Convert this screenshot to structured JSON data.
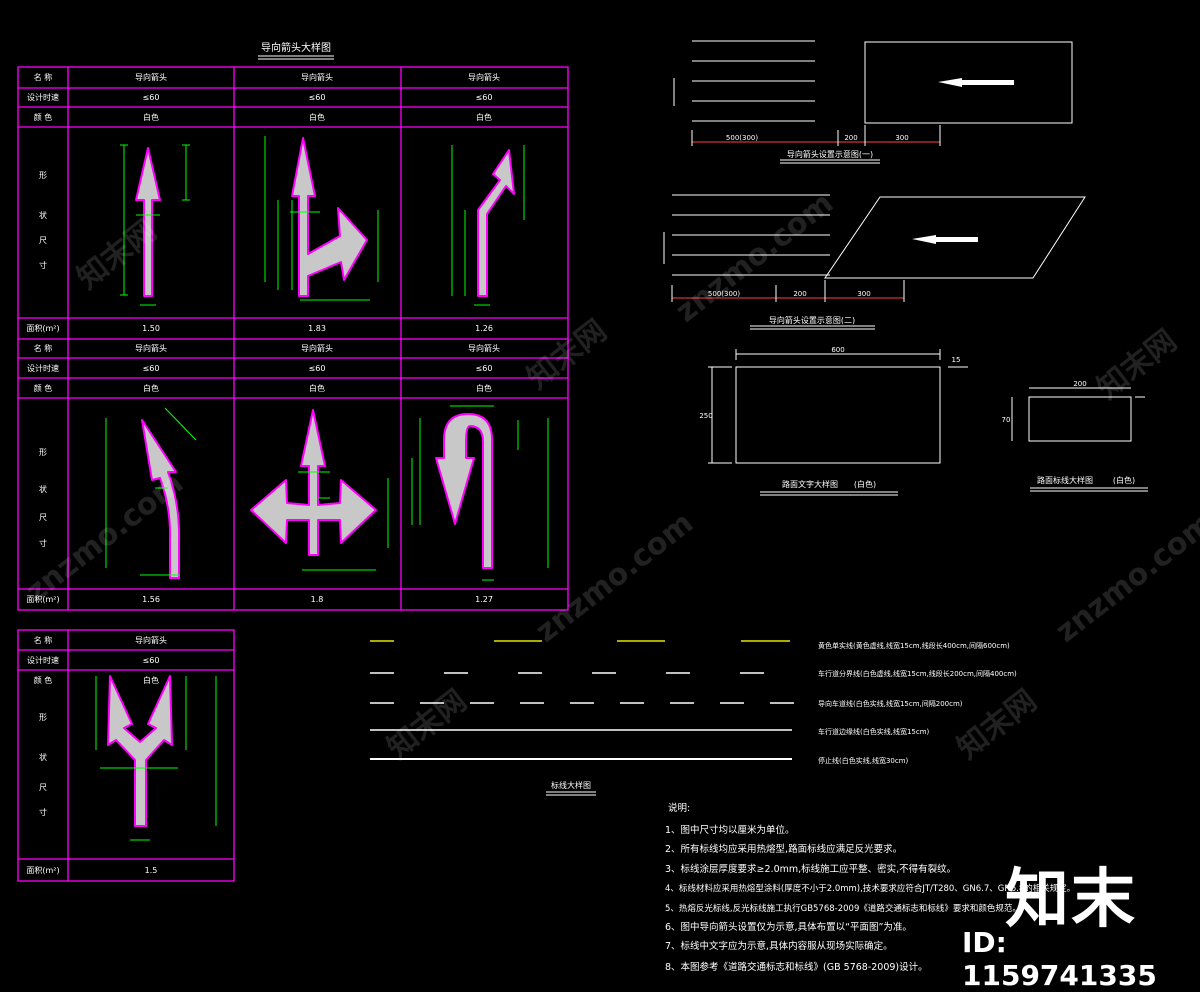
{
  "arrow_table": {
    "title": "导向箭头大样图",
    "row_labels": {
      "name": "名 称",
      "speed": "设计时速",
      "color": "颜 色",
      "shape": [
        "形",
        "状",
        "尺",
        "寸"
      ],
      "area": "面积(m²)"
    },
    "cells": [
      {
        "name": "导向箭头",
        "speed": "≤60",
        "color": "白色",
        "area": "1.50"
      },
      {
        "name": "导向箭头",
        "speed": "≤60",
        "color": "白色",
        "area": "1.83"
      },
      {
        "name": "导向箭头",
        "speed": "≤60",
        "color": "白色",
        "area": "1.26"
      },
      {
        "name": "导向箭头",
        "speed": "≤60",
        "color": "白色",
        "area": "1.56"
      },
      {
        "name": "导向箭头",
        "speed": "≤60",
        "color": "白色",
        "area": "1.8"
      },
      {
        "name": "导向箭头",
        "speed": "≤60",
        "color": "白色",
        "area": "1.27"
      },
      {
        "name": "导向箭头",
        "speed": "≤60",
        "color": "白色",
        "area": "1.5"
      }
    ]
  },
  "placement": {
    "caption1": "导向箭头设置示意图(一)",
    "caption2": "导向箭头设置示意图(二)",
    "dim_labels": [
      "500(300)",
      "200",
      "300"
    ]
  },
  "letter_detail": {
    "left_caption": "路面文字大样图",
    "left_color": "(白色)",
    "right_caption": "路面标线大样图",
    "right_color": "(白色)",
    "dims": [
      "600",
      "250",
      "15",
      "200",
      "70"
    ]
  },
  "marking_legend": {
    "title": "标线大样图",
    "lines": [
      "黄色单实线(黄色虚线,线宽15cm,线段长400cm,间隔600cm)",
      "车行道分界线(白色虚线,线宽15cm,线段长200cm,间隔400cm)",
      "导向车道线(白色实线,线宽15cm,间隔200cm)",
      "车行道边缘线(白色实线,线宽15cm)",
      "停止线(白色实线,线宽30cm)"
    ]
  },
  "notes": {
    "heading": "说明:",
    "items": [
      "1、图中尺寸均以厘米为单位。",
      "2、所有标线均应采用热熔型,路面标线应满足反光要求。",
      "3、标线涂层厚度要求≥2.0mm,标线施工应平整、密实,不得有裂纹。",
      "4、标线材料应采用热熔型涂料(厚度不小于2.0mm),技术要求应符合JT/T280、GN6.7、GN6.8的相关规定。",
      "5、热熔反光标线,反光标线施工执行GB5768-2009《道路交通标志和标线》要求和颜色规范。",
      "6、图中导向箭头设置仅为示意,具体布置以“平面图”为准。",
      "7、标线中文字应为示意,具体内容服从现场实际确定。",
      "8、本图参考《道路交通标志和标线》(GB 5768-2009)设计。"
    ]
  },
  "brand": {
    "logo": "知末",
    "id": "ID: 1159741335",
    "watermark": "znzmo.com",
    "watermark_cn": "知末网"
  },
  "colors": {
    "frame": "#ff00ff",
    "arrow_fill": "#c8c8c8",
    "arrow_outline": "#ff00ff",
    "dim": "#00ff00",
    "yellow_line": "#e6e600",
    "line": "#ffffff"
  }
}
